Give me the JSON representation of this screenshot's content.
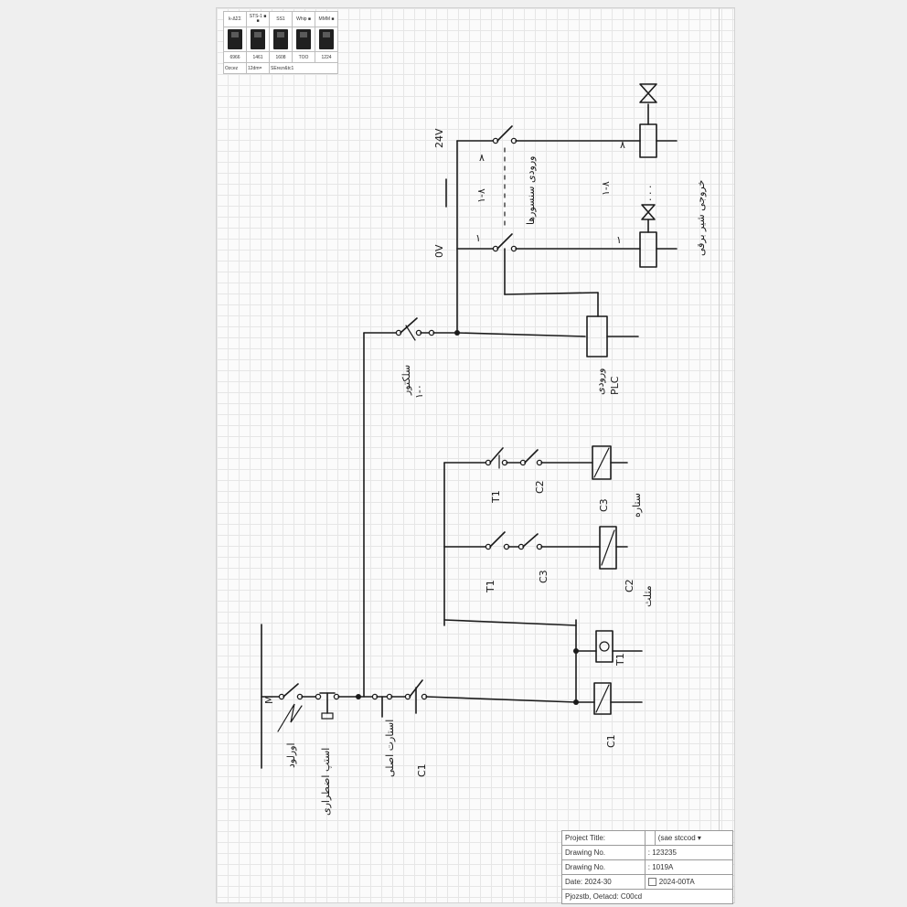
{
  "breaker_strip": {
    "labels": [
      "k-ΔΣΣ",
      "STS-1 ■ ■",
      "SS1",
      "Whip ■",
      "MMM ■"
    ],
    "values": [
      "6966",
      "1461",
      "1608",
      "TOO",
      "1224"
    ],
    "footer": [
      "Ozcez",
      "12dm=",
      "SErezr&tc1"
    ]
  },
  "title_block": {
    "project_title_label": "Project Title:",
    "project_title_value": "",
    "project_title_extra": "(sae stccod ▾",
    "drawing_no_1_label": "Drawing No.",
    "drawing_no_1_value": ": 123235",
    "drawing_no_2_label": "Drawing No.",
    "drawing_no_2_value": ": 1019A",
    "date_label": "Date:",
    "date_value": "2024-30",
    "date_extra": "2024-00TA",
    "footer": "Pjozstb, Oetacd: C00cd"
  },
  "diagram": {
    "labels": {
      "ol_relay": "اورلود",
      "ol_motor_mark": "M",
      "emergency_stop": "استپ اضطراری",
      "main_start": "استارت اصلی",
      "c1": "C1",
      "t1": "T1",
      "c3_left": "C3",
      "c3_bottom": "C3",
      "c2_left": "C2",
      "c2_bottom": "C2",
      "t1_contact_a": "T1",
      "t1_contact_b": "T1",
      "c3_coil_note": "ستاره",
      "c2_coil_note": "مثلث",
      "selector_label": "سلکتور",
      "selector_pos": "۱-۰",
      "plc_label": "PLC",
      "plc_note": "ورودی",
      "channel_top": "۸",
      "channel_bottom": "۱",
      "input_note": "ورودی سنسورها",
      "dots": ". . .",
      "range_mid": "۱-۸",
      "range_right": "۱-۸",
      "output_label": "خروجی شیر برقی",
      "output_top": "۸",
      "output_bottom": "۱",
      "bus_top": "24V",
      "bus_bottom": "0V"
    }
  }
}
